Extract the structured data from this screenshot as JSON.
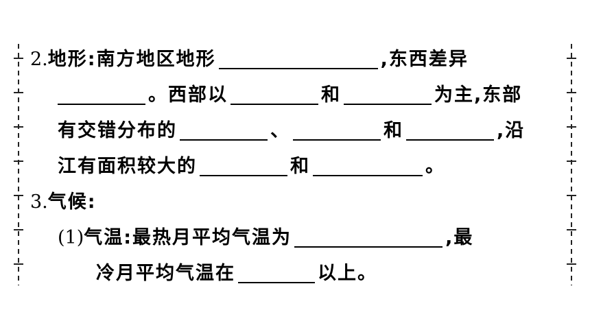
{
  "item2": {
    "number": "2.",
    "line1_text_a": "地形:南方地区地形",
    "line1_text_b": ",东西差异",
    "line2_text_a": "。西部以",
    "line2_text_b": "和",
    "line2_text_c": "为主,东部",
    "line3_text_a": "有交错分布的",
    "line3_text_b": "、",
    "line3_text_c": "和",
    "line3_text_d": ",沿",
    "line4_text_a": "江有面积较大的",
    "line4_text_b": "和",
    "line4_text_c": "。"
  },
  "item3": {
    "number": "3.",
    "title": "气候:",
    "sub1_number": "(1)",
    "sub1_text_a": "气温:最热月平均气温为",
    "sub1_text_b": ",最",
    "sub1_line2_text_a": "冷月平均气温在",
    "sub1_line2_text_b": "以上。"
  }
}
